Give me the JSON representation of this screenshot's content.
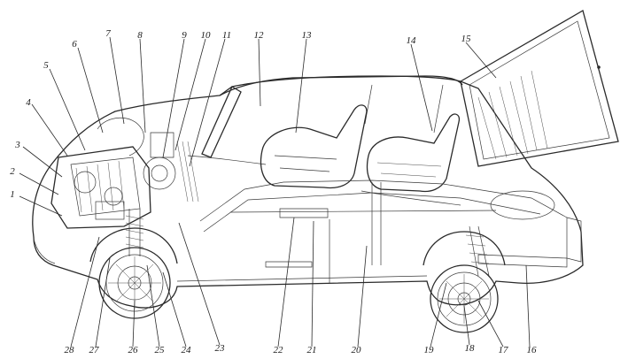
{
  "figure": {
    "callouts": [
      {
        "id": 1,
        "text": "1"
      },
      {
        "id": 2,
        "text": "2"
      },
      {
        "id": 3,
        "text": "3"
      },
      {
        "id": 4,
        "text": "4"
      },
      {
        "id": 5,
        "text": "5"
      },
      {
        "id": 6,
        "text": "6"
      },
      {
        "id": 7,
        "text": "7"
      },
      {
        "id": 8,
        "text": "8"
      },
      {
        "id": 9,
        "text": "9"
      },
      {
        "id": 10,
        "text": "10"
      },
      {
        "id": 11,
        "text": "11"
      },
      {
        "id": 12,
        "text": "12"
      },
      {
        "id": 13,
        "text": "13"
      },
      {
        "id": 14,
        "text": "14"
      },
      {
        "id": 15,
        "text": "15"
      },
      {
        "id": 16,
        "text": "16"
      },
      {
        "id": 17,
        "text": "17"
      },
      {
        "id": 18,
        "text": "18"
      },
      {
        "id": 19,
        "text": "19"
      },
      {
        "id": 20,
        "text": "20"
      },
      {
        "id": 21,
        "text": "21"
      },
      {
        "id": 22,
        "text": "22"
      },
      {
        "id": 23,
        "text": "23"
      },
      {
        "id": 24,
        "text": "24"
      },
      {
        "id": 25,
        "text": "25"
      },
      {
        "id": 26,
        "text": "26"
      },
      {
        "id": 27,
        "text": "27"
      },
      {
        "id": 28,
        "text": "28"
      }
    ]
  }
}
